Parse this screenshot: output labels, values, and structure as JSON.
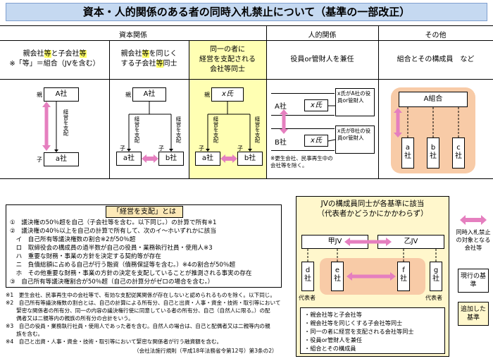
{
  "title": "資本・人的関係のある者の同時入札禁止について（基準の一部改正）",
  "headers": {
    "capital": "資本関係",
    "personal": "人的関係",
    "other": "その他"
  },
  "columns": {
    "c1": {
      "line1a": "親会社",
      "line1b": "等",
      "line1c": "と子会社",
      "line1d": "等",
      "line2": "※「等」＝組合（JVを含む）"
    },
    "c2": {
      "line1a": "親会社",
      "line1b": "等",
      "line1c": "を同じく",
      "line2a": "する子会社",
      "line2b": "等",
      "line2c": "同士"
    },
    "c3": {
      "line1": "同一の者に",
      "line2": "経営を支配される",
      "line3": "会社等同士"
    },
    "c4": {
      "line1": "役員or管財人を兼任"
    },
    "c5": {
      "line1": "組合とその構成員　など"
    }
  },
  "diagram1": {
    "parent_prefix": "親",
    "parent": "A社",
    "child_prefix": "子",
    "child": "a社",
    "control": "経営を支配"
  },
  "diagram2": {
    "parent_prefix": "親",
    "parent": "A社",
    "child_prefix1": "子",
    "child_prefix2": "子",
    "child1": "a社",
    "child2": "b社",
    "control": "経営を支配"
  },
  "diagram3": {
    "parent_prefix": "親",
    "parent": "x氏",
    "child_prefix1": "子",
    "child_prefix2": "子",
    "child1": "a社",
    "child2": "b社",
    "control": "経営を支配"
  },
  "diagram4": {
    "company_a": "A社",
    "company_b": "B社",
    "person": "x氏",
    "note_a": "x氏がA社の役員or管財人",
    "note_b": "x氏がB社の役員or管財人",
    "footnote": "※更生会社、民事再生中の会社等を除く。"
  },
  "diagram5": {
    "union": "A組合",
    "members": [
      "a 社",
      "b 社",
      "c 社"
    ]
  },
  "definition": {
    "title": "「経営を支配」とは",
    "lines": [
      "①　議決権の50％超を自己（子会社等を含む。以下同じ。）の計算で所有※1",
      "②　議決権の40％以上を自己の計算で所有して、次のイ～ホいずれかに該当",
      "　イ　自己所有等議決権数の割合※2が50％超",
      "　ロ　取締役会の構成員の過半数が自己の役員・業務執行社員・使用人※3",
      "　ハ　重要な財務・事業の方針を決定する契約等が存在",
      "　ニ　負債総額に占める自己が行う融資（債務保証等を含む。）※4の割合が50％超",
      "　ホ　その他重要な財務・事業の方針の決定を支配していることが推測される事実の存在",
      "③　自己所有等議決権割合が50％超（自己の計算分がゼロの場合を含む。）"
    ]
  },
  "notes": [
    "※1　更生会社、民事再生中の会社等で、有効な支配従属関係が存在しないと認められるものを除く。以下同じ。",
    "※2　自己所有等議決権数の割合とは、自己の計算による所有分、自己と出資・人事・資金・技術・取引等において",
    "　　緊密な関係者の所有分、同一の内容の議決権行使に同意している者の所有分、自己（自然人に限る。）の配",
    "　　偶者又は二親等内の親族の所有分の合計をいう。",
    "※3　自己の役員・業務執行社員・使用人であった者を含む。自然人の場合は、自己と配偶者又は二親等内の親",
    "　　族を含む。",
    "※4　自己と出資・人事・資金・技術・取引等において緊密な関係者が行う融資額を含む。",
    "（会社法施行規則（平成18年法務省令第12号）第3条の2）"
  ],
  "jv": {
    "title1": "JVの構成員同士が各基準に該当",
    "title2": "（代表者かどうかにかかわらず）",
    "jv_a": "甲JV",
    "jv_b": "乙JV",
    "members": [
      "d 社",
      "e 社",
      "f 社",
      "g 社"
    ],
    "rep_left": "代表者",
    "rep_right": "代表者",
    "criteria": [
      "・親会社等と子会社等",
      "・親会社等を同じくする子会社等同士",
      "・同一の者に経営を支配される会社等同士",
      "・役員or管財人を兼任",
      "・組合とその構成員"
    ]
  },
  "legend": {
    "arrow": "同時入札禁止の対象となる会社等",
    "current": "現行の基準",
    "added": "追加した基準"
  },
  "colors": {
    "title_bg": "#c5d9f1",
    "yellow": "#ffffb3",
    "highlight": "#ffff66",
    "pink_arrow": "#e57fbf",
    "union_bg": "#f8cba7"
  }
}
